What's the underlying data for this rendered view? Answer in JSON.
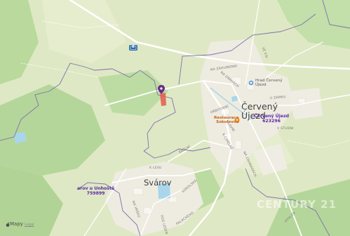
{
  "map": {
    "towns": {
      "cerveny_line1": "Červený",
      "cerveny_line2": "Újezd",
      "svarov": "Svárov"
    },
    "cadastral": {
      "cerveny_line1": "Červený Újezd",
      "cerveny_line2": "623296",
      "svarov_line1": "arov u Unhoště",
      "svarov_line2": "759899"
    },
    "pois": {
      "castle_line1": "Hrad Červený",
      "castle_line2": "Újezd",
      "restaurant_line1": "Restaurace",
      "restaurant_line2": "Sokolovna"
    },
    "roads": {
      "r1": "NA ZÁHUMENNÍ",
      "r2": "VE VSI",
      "r3": "HŘBITOVNÍ",
      "r4": "K CIHELNĚ",
      "r5": "U ZÁMKU",
      "r6": "V STUDNI",
      "r7": "NA ZAHRADÁCH",
      "r8": "HLAVNÍ",
      "r9": "ŠKOLNÍ",
      "r10": "K LESU",
      "r11": "SOKOLSKÁ",
      "r12": "PALACKÉHO",
      "r13": "NA VRŠKU",
      "r14": "POD LESEM",
      "r15": "VÝHLED",
      "r16": "NA DRAHÁCH"
    },
    "highway_shield": "6",
    "attribution": {
      "brand": "Mapy",
      "legal": "Legal"
    },
    "watermark": "CENTURY 21",
    "colors": {
      "field": "#dfe8c4",
      "forest": "#b5d69a",
      "builtup": "#eeece1",
      "water": "#a9d6ea",
      "boundary": "#7e6fb0",
      "road": "#ffffff",
      "parcel": "#e45b4c",
      "pin": "#6a2d86"
    }
  }
}
